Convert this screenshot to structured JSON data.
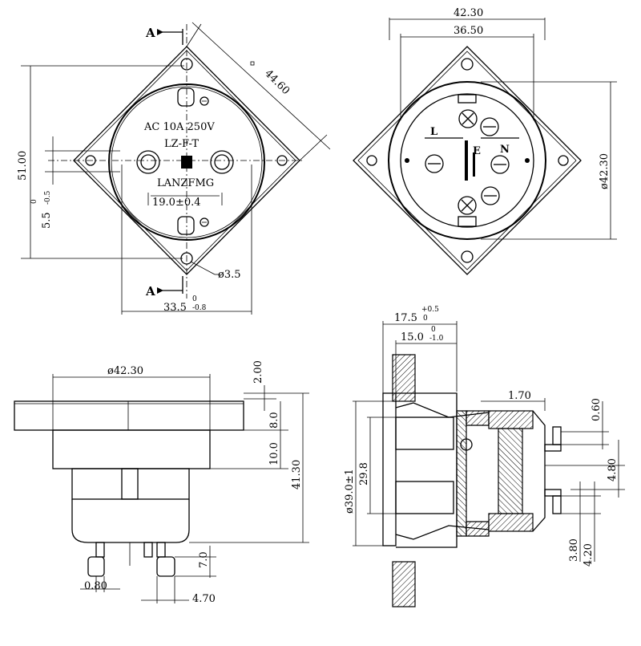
{
  "front_view": {
    "section_marker_top": "A",
    "section_marker_bottom": "A",
    "dim_diagonal": "44.60",
    "dim_height": "51.00",
    "dim_offset": "5.5",
    "dim_offset_tol_top": "0",
    "dim_offset_tol_bottom": "-0.5",
    "dim_hole": "ø3.5",
    "dim_width": "33.5",
    "dim_width_tol_top": "0",
    "dim_width_tol_bottom": "-0.8",
    "marking_rating": "AC   10A 250V",
    "marking_model": "LZ-F-T",
    "marking_brand": "LANZFMG",
    "dim_pin_spacing": "19.0±0.4"
  },
  "rear_view": {
    "dim_outer": "42.30",
    "dim_inner": "36.50",
    "dim_diameter": "ø42.30",
    "label_live": "L",
    "label_earth": "E",
    "label_neutral": "N"
  },
  "side_view": {
    "dim_diameter": "ø42.30",
    "dim_flange": "2.00",
    "dim_8": "8.0",
    "dim_10": "10.0",
    "dim_total": "41.30",
    "dim_pin_7": "7.0",
    "dim_pin_width": "0.80",
    "dim_pin_gap": "4.70"
  },
  "section_view": {
    "dim_17": "17.5",
    "dim_17_tol_top": "+0.5",
    "dim_17_tol_bottom": "0",
    "dim_15": "15.0",
    "dim_15_tol_top": "0",
    "dim_15_tol_bottom": "-1.0",
    "dim_170": "1.70",
    "dim_060": "0.60",
    "dim_480": "4.80",
    "dim_390": "ø39.0±1",
    "dim_298": "29.8",
    "dim_380": "3.80",
    "dim_420": "4.20"
  }
}
